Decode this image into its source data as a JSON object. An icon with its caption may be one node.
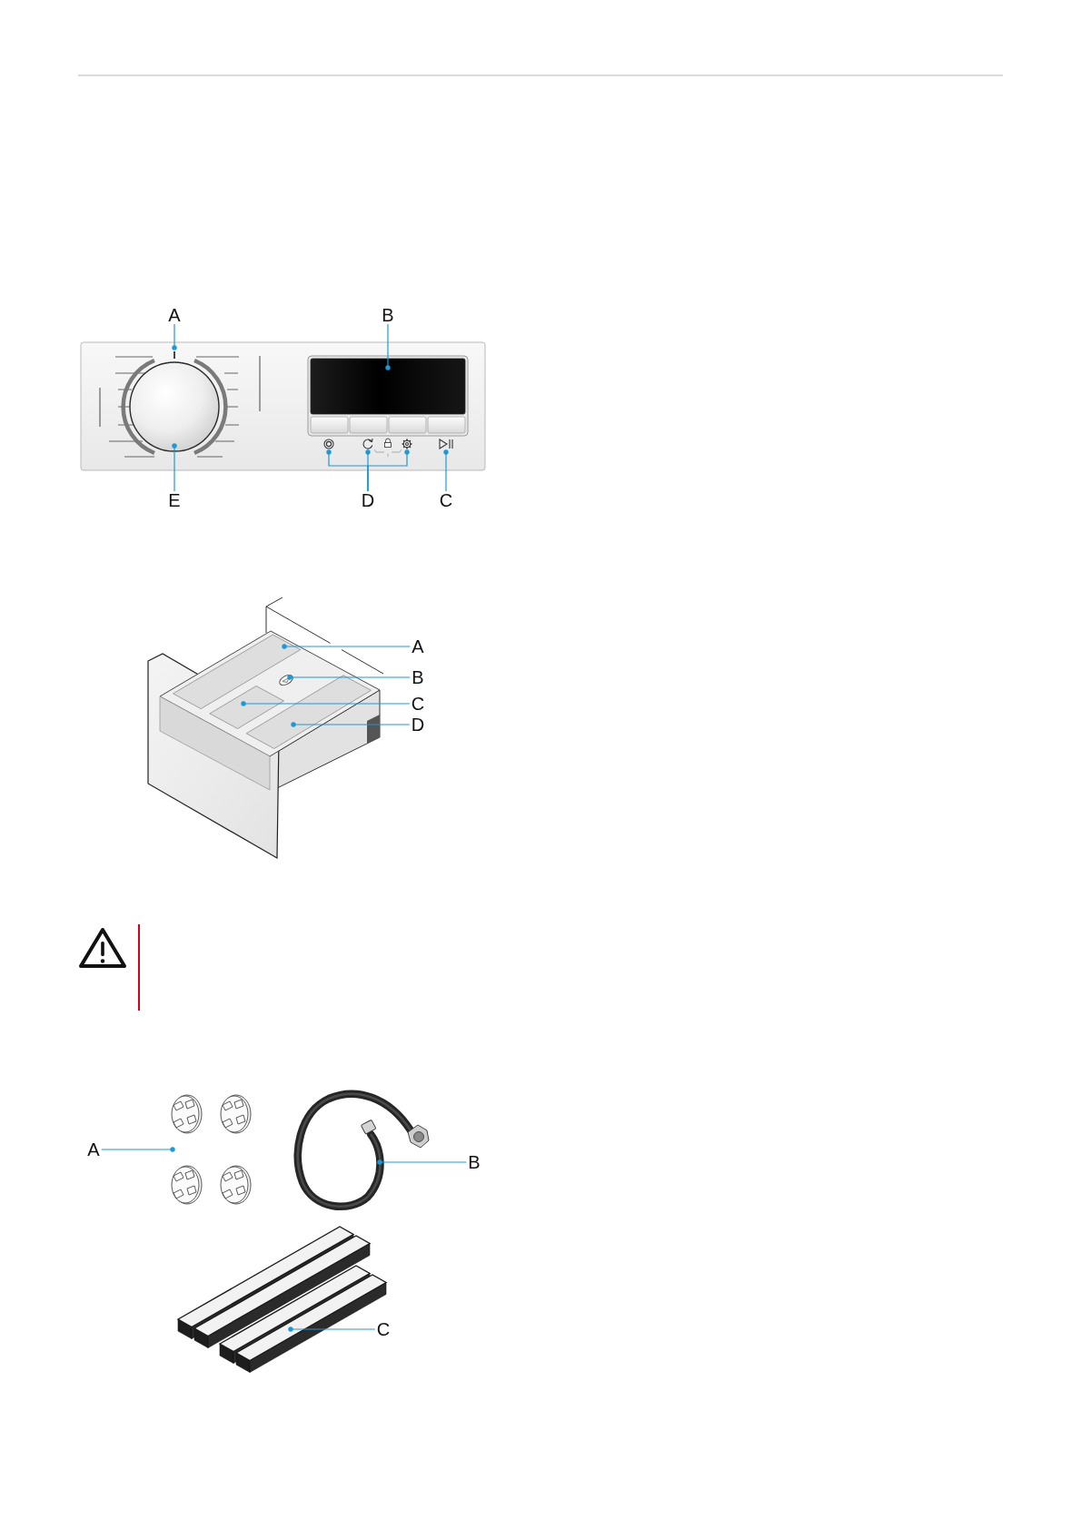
{
  "diagram": {
    "nodes": [
      {
        "text": [
          "A"
        ]
      },
      {
        "text": [
          "B"
        ]
      },
      {
        "text": [],
        "shape": "bar"
      },
      {
        "text": [],
        "shape": "box"
      },
      {
        "text": [],
        "shape": "circle"
      },
      {
        "text": [],
        "shape": "picture"
      },
      {
        "text": [],
        "shape": "picture"
      },
      {
        "text": [],
        "shape": "picture"
      },
      {
        "text": [],
        "shape": "picture"
      },
      {
        "text": [
          "E"
        ]
      },
      {
        "text": [
          "D"
        ]
      },
      {
        "text": [
          "C"
        ]
      },
      {
        "text": [],
        "shape": "picture"
      },
      {
        "text": [],
        "shape": "picture"
      },
      {
        "text": [],
        "shape": "picture"
      },
      {
        "text": [],
        "shape": "picture"
      },
      {
        "text": [
          "A"
        ]
      },
      {
        "text": [
          "B"
        ]
      },
      {
        "text": [
          "C"
        ]
      },
      {
        "text": [
          "D"
        ]
      },
      {
        "text": [
          "A"
        ]
      },
      {
        "text": [],
        "shape": "picture"
      },
      {
        "text": [],
        "shape": "picture"
      },
      {
        "text": [
          "B"
        ]
      },
      {
        "text": [],
        "shape": "picture"
      },
      {
        "text": [
          "C"
        ]
      }
    ],
    "edges": [
      {
        "from": 0,
        "to": 2,
        "arrow": "other"
      },
      {
        "from": 1,
        "to": 3,
        "arrow": "other"
      },
      {
        "from": 9,
        "to": 4,
        "arrow": "other"
      },
      {
        "from": 10,
        "to": 5,
        "arrow": "other"
      },
      {
        "from": 10,
        "to": 6,
        "arrow": "other"
      },
      {
        "from": 10,
        "to": 7,
        "arrow": "other"
      },
      {
        "from": 11,
        "to": 8,
        "arrow": "other"
      },
      {
        "from": 16,
        "to": 12,
        "arrow": "other"
      },
      {
        "from": 17,
        "to": 13,
        "arrow": "other"
      },
      {
        "from": 18,
        "to": 14,
        "arrow": "other"
      },
      {
        "from": 19,
        "to": 15,
        "arrow": "other"
      },
      {
        "from": 20,
        "to": 21,
        "arrow": "other"
      },
      {
        "from": 23,
        "to": 22,
        "arrow": "other"
      },
      {
        "from": 25,
        "to": 24,
        "arrow": "other"
      }
    ]
  }
}
